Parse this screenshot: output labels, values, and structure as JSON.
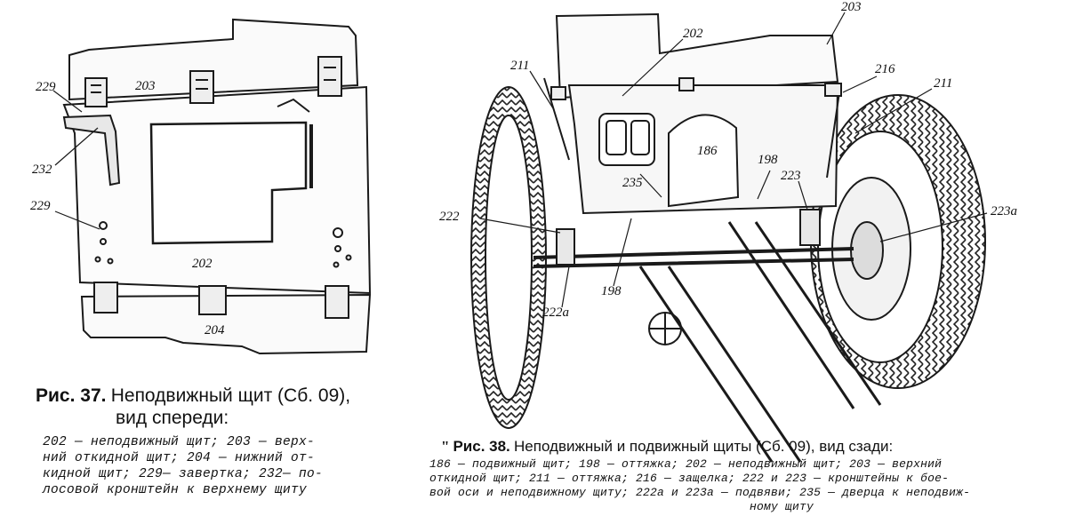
{
  "fig37": {
    "labels": {
      "l229a": "229",
      "l203": "203",
      "l232": "232",
      "l229b": "229",
      "l202": "202",
      "l204": "204"
    },
    "caption_title": "Рис. 37.",
    "caption_rest": "Неподвижный щит (Сб. 09),",
    "caption_sub": "вид спереди:",
    "legend_lines": [
      "202 — неподвижный щит; 203 — верх-",
      "ний откидной щит; 204 — нижний от-",
      "кидной щит; 229— завертка; 232— по-",
      "лосовой кронштейн к верхнему щиту"
    ]
  },
  "fig38": {
    "labels": {
      "l203": "203",
      "l202": "202",
      "l211a": "211",
      "l216": "216",
      "l211b": "211",
      "l186": "186",
      "l198a": "198",
      "l223": "223",
      "l222": "222",
      "l235": "235",
      "l223a": "223a",
      "l198b": "198",
      "l222a": "222a"
    },
    "mark": "\"",
    "caption_title": "Рис. 38.",
    "caption_rest": "Неподвижный и подвижный щиты (Сб. 09), вид сзади:",
    "legend_lines": [
      "186 — подвижный щит; 198 — оттяжка; 202 — неподвижный щит; 203 — верхний",
      "откидной щит; 211 — оттяжка; 216 — защелка; 222 и 223 — кронштейны к бое-",
      "вой оси и неподвижному щиту; 222а и 223а — подвяви; 235 — дверца к неподвиж-",
      "ному щиту"
    ]
  }
}
